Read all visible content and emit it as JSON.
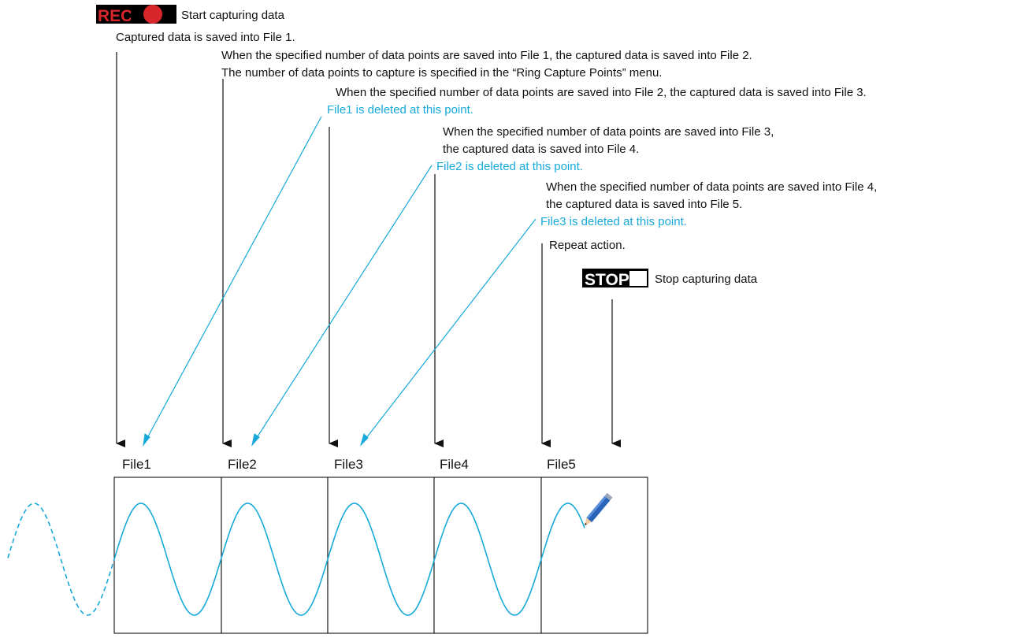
{
  "rec_indicator": {
    "text": "REC",
    "color": "#d9262b"
  },
  "stop_indicator": {
    "text": "STOP"
  },
  "annotations": {
    "start": "Start capturing data",
    "saved_file1": "Captured data is saved into File 1.",
    "to_file2_line1": "When the specified number of data points are saved into File 1, the captured data is saved into File 2.",
    "to_file2_line2": "The number of data points to capture is specified in the “Ring Capture Points” menu.",
    "to_file3": "When the specified number of data points are saved into File 2, the captured data is saved into File 3.",
    "to_file4_line1": "When the specified number of data points are saved into File 3,",
    "to_file4_line2": "the captured data is saved into File 4.",
    "to_file5_line1": "When the specified number of data points are saved into File 4,",
    "to_file5_line2": "the captured data is saved into File 5.",
    "repeat": "Repeat action.",
    "stop": "Stop capturing data"
  },
  "deletion_notes": [
    "File1 is deleted at this point.",
    "File2 is deleted at this point.",
    "File3 is deleted at this point."
  ],
  "files": [
    "File1",
    "File2",
    "File3",
    "File4",
    "File5"
  ],
  "colors": {
    "wave": "#17a9d9",
    "text": "#111111",
    "pencil": "#2a63b8"
  }
}
